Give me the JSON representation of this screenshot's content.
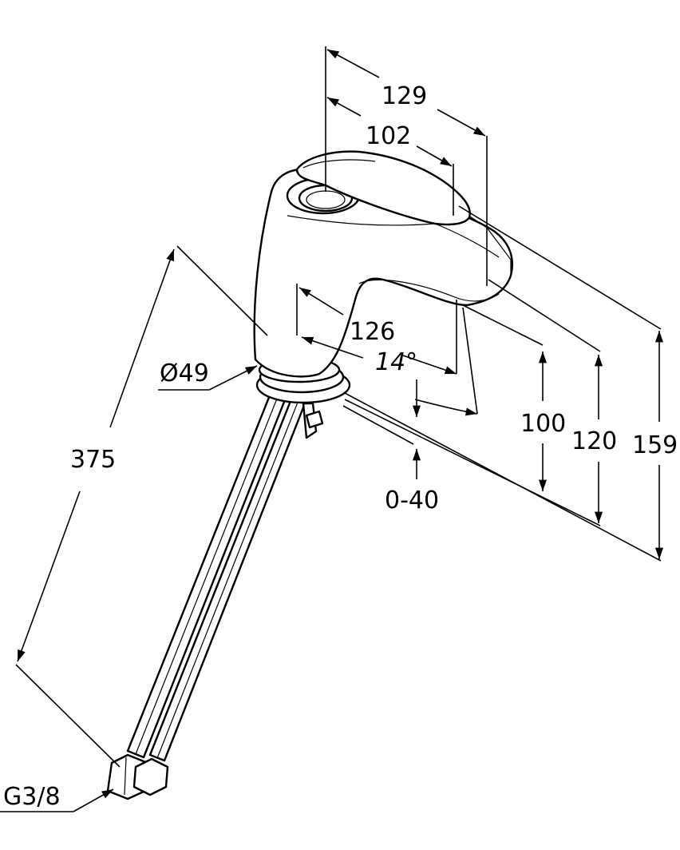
{
  "dimensions": {
    "d129": "129",
    "d102": "102",
    "d126": "126",
    "angle": "14°",
    "d49": "Ø49",
    "d375": "375",
    "d100": "100",
    "d120": "120",
    "d159": "159",
    "range": "0-40",
    "thread": "G3/8"
  },
  "colors": {
    "line": "#000000",
    "background": "#ffffff"
  }
}
